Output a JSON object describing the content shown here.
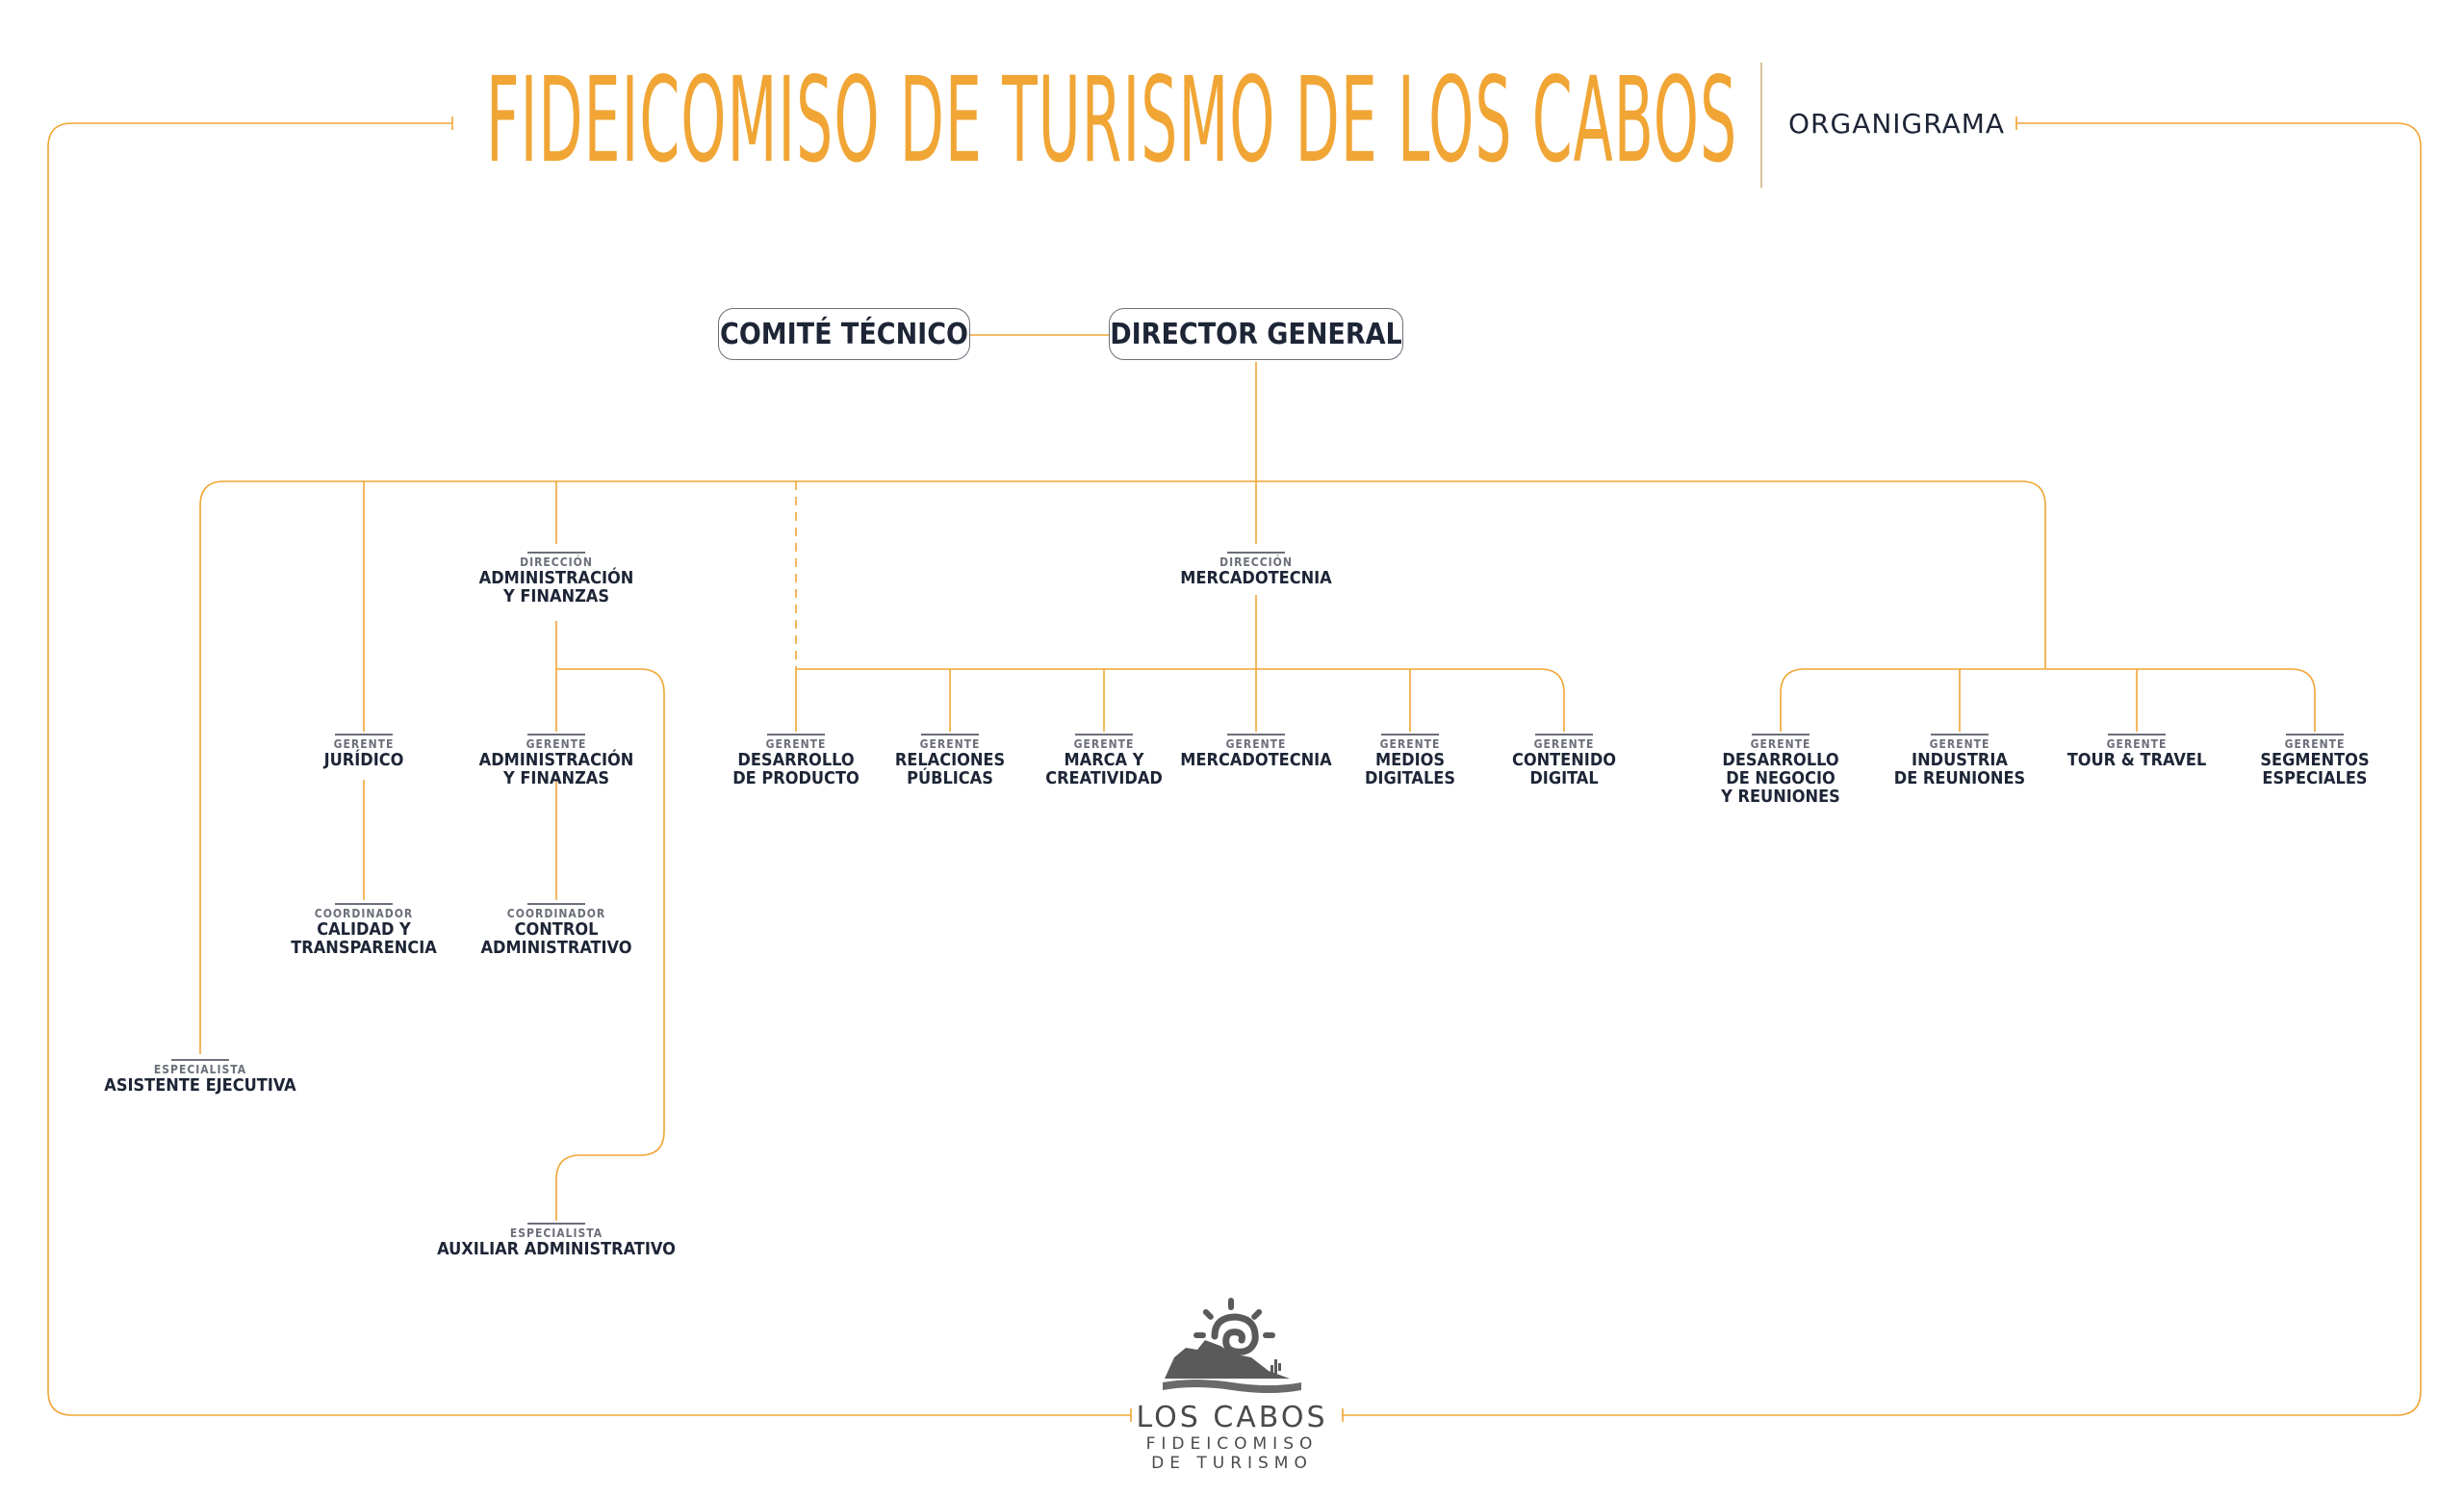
{
  "header": {
    "title": "FIDEICOMISO DE TURISMO DE LOS CABOS",
    "subtitle": "ORGANIGRAMA"
  },
  "top": {
    "comite": "COMITÉ TÉCNICO",
    "director": "DIRECTOR GENERAL"
  },
  "nodes": {
    "dir_admin": {
      "role": "DIRECCIÓN",
      "name": "ADMINISTRACIÓN\nY FINANZAS"
    },
    "dir_merc": {
      "role": "DIRECCIÓN",
      "name": "MERCADOTECNIA"
    },
    "g_juridico": {
      "role": "GERENTE",
      "name": "JURÍDICO"
    },
    "g_admin": {
      "role": "GERENTE",
      "name": "ADMINISTRACIÓN\nY FINANZAS"
    },
    "g_desprod": {
      "role": "GERENTE",
      "name": "DESARROLLO\nDE PRODUCTO"
    },
    "g_rrpp": {
      "role": "GERENTE",
      "name": "RELACIONES\nPÚBLICAS"
    },
    "g_marca": {
      "role": "GERENTE",
      "name": "MARCA Y\nCREATIVIDAD"
    },
    "g_merc": {
      "role": "GERENTE",
      "name": "MERCADOTECNIA"
    },
    "g_medios": {
      "role": "GERENTE",
      "name": "MEDIOS\nDIGITALES"
    },
    "g_contenido": {
      "role": "GERENTE",
      "name": "CONTENIDO\nDIGITAL"
    },
    "g_desneg": {
      "role": "GERENTE",
      "name": "DESARROLLO\nDE NEGOCIO\nY REUNIONES"
    },
    "g_industria": {
      "role": "GERENTE",
      "name": "INDUSTRIA\nDE REUNIONES"
    },
    "g_tour": {
      "role": "GERENTE",
      "name": "TOUR & TRAVEL"
    },
    "g_segmentos": {
      "role": "GERENTE",
      "name": "SEGMENTOS\nESPECIALES"
    },
    "c_calidad": {
      "role": "COORDINADOR",
      "name": "CALIDAD Y\nTRANSPARENCIA"
    },
    "c_control": {
      "role": "COORDINADOR",
      "name": "CONTROL\nADMINISTRATIVO"
    },
    "e_asistente": {
      "role": "ESPECIALISTA",
      "name": "ASISTENTE EJECUTIVA"
    },
    "e_auxiliar": {
      "role": "ESPECIALISTA",
      "name": "AUXILIAR ADMINISTRATIVO"
    }
  },
  "logo": {
    "line1": "LOS CABOS",
    "line2": "FIDEICOMISO",
    "line3": "DE TURISMO"
  },
  "colors": {
    "line": "#f0a535",
    "title": "#f0a535",
    "text": "#1d2536",
    "muted": "#6b6f79"
  }
}
